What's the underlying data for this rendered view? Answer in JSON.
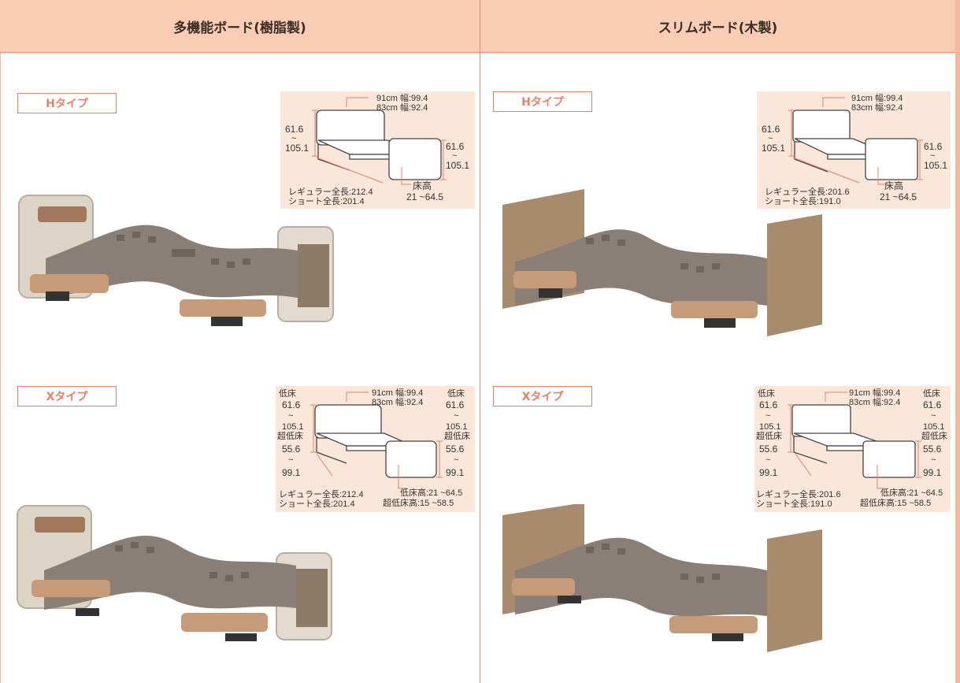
{
  "columns": [
    {
      "title": "多機能ボード(樹脂製)"
    },
    {
      "title": "スリムボード(木製)"
    }
  ],
  "panels": [
    {
      "type_label": "Hタイプ",
      "width91": "91cm 幅:99.4",
      "width83": "83cm 幅:92.4",
      "head_top": "61.6",
      "head_tilde": "~",
      "head_bottom": "105.1",
      "foot_top": "61.6",
      "foot_tilde": "~",
      "foot_bottom": "105.1",
      "length_regular": "レギュラー全長:212.4",
      "length_short": "ショート全長:201.4",
      "floor_label": "床高",
      "floor_value": "21 ~64.5"
    },
    {
      "type_label": "Hタイプ",
      "width91": "91cm 幅:99.4",
      "width83": "83cm 幅:92.4",
      "head_top": "61.6",
      "head_tilde": "~",
      "head_bottom": "105.1",
      "foot_top": "61.6",
      "foot_tilde": "~",
      "foot_bottom": "105.1",
      "length_regular": "レギュラー全長:201.6",
      "length_short": "ショート全長:191.0",
      "floor_label": "床高",
      "floor_value": "21 ~64.5"
    },
    {
      "type_label": "Xタイプ",
      "width91": "91cm 幅:99.4",
      "width83": "83cm 幅:92.4",
      "low_label_l": "低床",
      "low_top_l": "61.6",
      "low_tilde_l": "~",
      "low_bottom_l": "105.1",
      "ulow_label_l": "超低床",
      "ulow_top_l": "55.6",
      "ulow_tilde_l": "~",
      "ulow_bottom_l": "99.1",
      "low_label_r": "低床",
      "low_top_r": "61.6",
      "low_tilde_r": "~",
      "low_bottom_r": "105.1",
      "ulow_label_r": "超低床",
      "ulow_top_r": "55.6",
      "ulow_tilde_r": "~",
      "ulow_bottom_r": "99.1",
      "length_regular": "レギュラー全長:212.4",
      "length_short": "ショート全長:201.4",
      "low_floor": "低床高:21 ~64.5",
      "ulow_floor": "超低床高:15 ~58.5"
    },
    {
      "type_label": "Xタイプ",
      "width91": "91cm 幅:99.4",
      "width83": "83cm 幅:92.4",
      "low_label_l": "低床",
      "low_top_l": "61.6",
      "low_tilde_l": "~",
      "low_bottom_l": "105.1",
      "ulow_label_l": "超低床",
      "ulow_top_l": "55.6",
      "ulow_tilde_l": "~",
      "ulow_bottom_l": "99.1",
      "low_label_r": "低床",
      "low_top_r": "61.6",
      "low_tilde_r": "~",
      "low_bottom_r": "105.1",
      "ulow_label_r": "超低床",
      "ulow_top_r": "55.6",
      "ulow_tilde_r": "~",
      "ulow_bottom_r": "99.1",
      "length_regular": "レギュラー全長:201.6",
      "length_short": "ショート全長:191.0",
      "low_floor": "低床高:21 ~64.5",
      "ulow_floor": "超低床高:15 ~58.5"
    }
  ],
  "colors": {
    "header_bg": "#f9cdb3",
    "accent": "#e8806a",
    "diagram_bg": "#fbe7da",
    "resin_board": "#ddd4c8",
    "wood_board": "#a88a6c",
    "deck": "#8a7f76"
  }
}
